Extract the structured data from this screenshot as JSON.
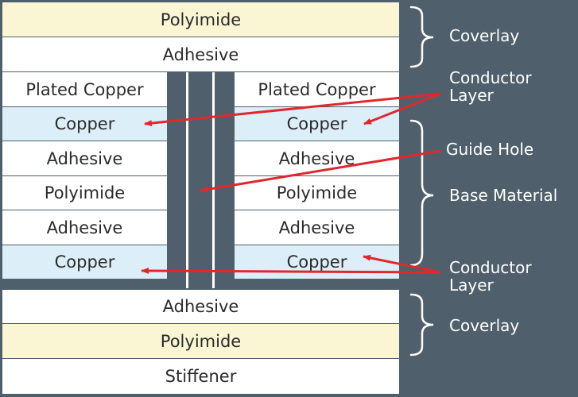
{
  "layers": {
    "top_polyimide": "Polyimide",
    "top_adhesive": "Adhesive",
    "left": {
      "plated_copper": "Plated Copper",
      "copper_top": "Copper",
      "adhesive_top": "Adhesive",
      "polyimide": "Polyimide",
      "adhesive_bottom": "Adhesive",
      "copper_bottom": "Copper"
    },
    "right": {
      "plated_copper": "Plated Copper",
      "copper_top": "Copper",
      "adhesive_top": "Adhesive",
      "polyimide": "Polyimide",
      "adhesive_bottom": "Adhesive",
      "copper_bottom": "Copper"
    },
    "bottom_adhesive": "Adhesive",
    "bottom_polyimide": "Polyimide",
    "stiffener": "Stiffener"
  },
  "labels": {
    "coverlay_top": "Coverlay",
    "conductor_top_line1": "Conductor",
    "conductor_top_line2": "Layer",
    "guide_hole": "Guide Hole",
    "base_material": "Base Material",
    "conductor_bottom_line1": "Conductor",
    "conductor_bottom_line2": "Layer",
    "coverlay_bottom": "Coverlay"
  },
  "colors": {
    "background": "#4f606c",
    "copper_fill": "#dceef8",
    "polyimide_fill": "#faf6d4",
    "adhesive_fill": "#ffffff",
    "arrow": "#e0282c"
  }
}
